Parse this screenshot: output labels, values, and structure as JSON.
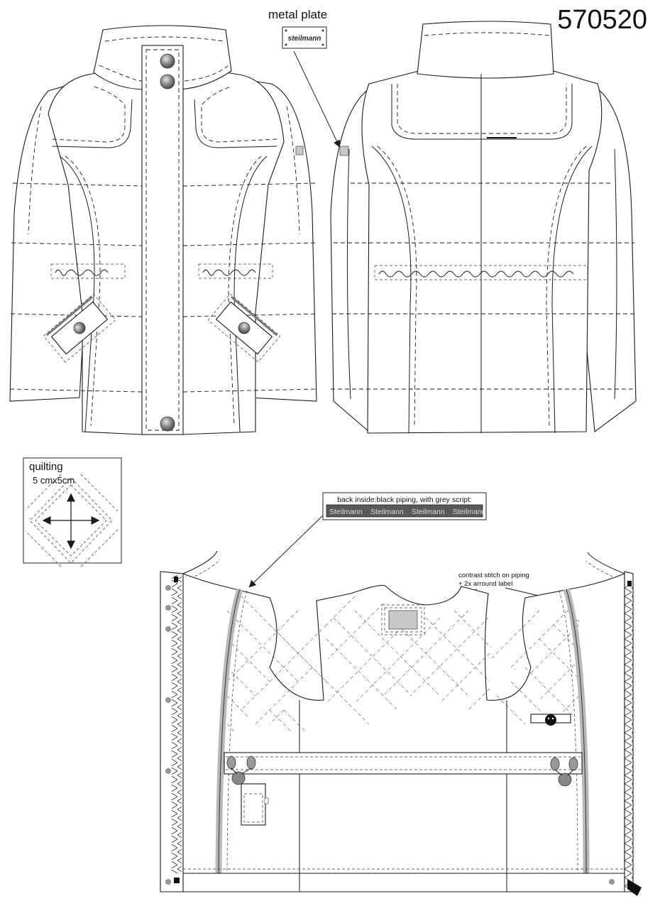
{
  "style_number": "570520",
  "labels": {
    "metal_plate": "metal plate",
    "metal_plate_brand": "steilmann",
    "quilting_title": "quilting",
    "quilting_size": "5 cmx5cm",
    "piping_caption": "back inside:black piping, with grey script:",
    "piping_script": [
      "Steilmann",
      "Steilmann",
      "Steilmann",
      "Steilmann"
    ],
    "contrast_stitch_line1": "contrast stitch on piping",
    "contrast_stitch_line2": "+ 2x arround label"
  },
  "colors": {
    "outline": "#1a1a1a",
    "piping": "#555555",
    "piping_script": "#dddddd",
    "button": "#777777"
  }
}
